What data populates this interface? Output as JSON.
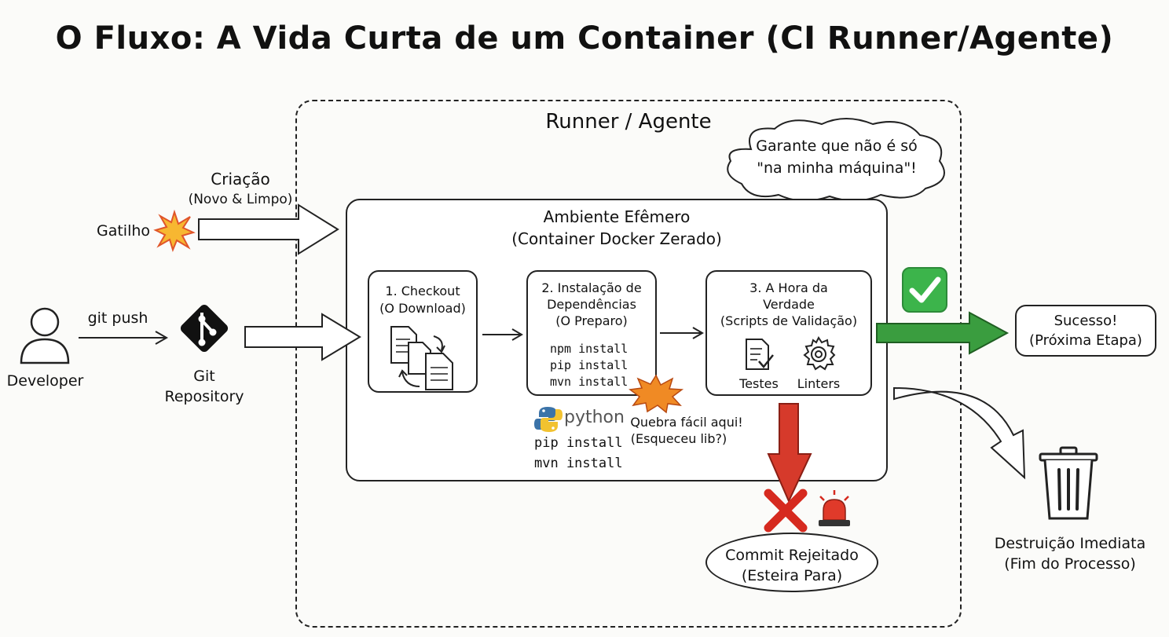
{
  "title": "O Fluxo: A Vida Curta de um Container (CI Runner/Agente)",
  "runner": {
    "label": "Runner / Agente"
  },
  "thought": {
    "line1": "Garante que não é só",
    "line2": "\"na minha máquina\"!"
  },
  "env": {
    "title": "Ambiente Efêmero",
    "subtitle": "(Container Docker Zerado)"
  },
  "creation": {
    "line1": "Criação",
    "line2": "(Novo & Limpo)"
  },
  "trigger": {
    "label": "Gatilho"
  },
  "developer": {
    "label": "Developer"
  },
  "push": {
    "label": "git push"
  },
  "repo": {
    "line1": "Git",
    "line2": "Repository"
  },
  "steps": [
    {
      "line1": "1. Checkout",
      "line2": "(O Download)"
    },
    {
      "line1": "2. Instalação de",
      "line2": "Dependências",
      "line3": "(O Preparo)",
      "commands": [
        "npm install",
        "pip install",
        "mvn install"
      ]
    },
    {
      "line1": "3. A Hora da",
      "line2": "Verdade",
      "line3": "(Scripts de Validação)",
      "tools": [
        "Testes",
        "Linters"
      ]
    }
  ],
  "python": {
    "logo_text": "python",
    "commands": [
      "pip install",
      "mvn install"
    ]
  },
  "breaks": {
    "line1": "Quebra fácil aqui!",
    "line2": "(Esqueceu lib?)"
  },
  "success": {
    "line1": "Sucesso!",
    "line2": "(Próxima Etapa)"
  },
  "rejected": {
    "line1": "Commit Rejeitado",
    "line2": "(Esteira Para)"
  },
  "destroy": {
    "line1": "Destruição Imediata",
    "line2": "(Fim do Processo)"
  },
  "colors": {
    "success": "#3a9d3f",
    "fail": "#d63a2b",
    "check": "#3cb44b",
    "burst": "#f08a24",
    "ink": "#222222"
  }
}
